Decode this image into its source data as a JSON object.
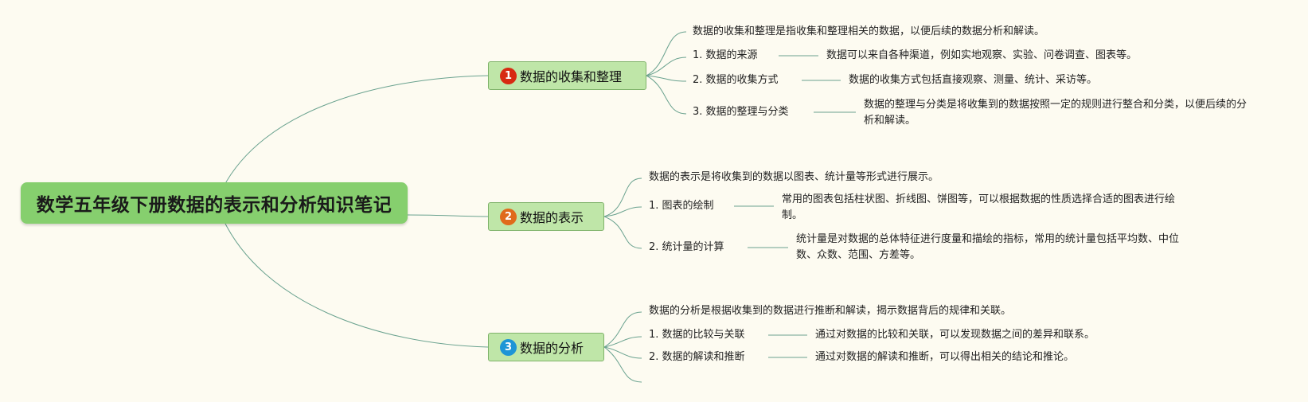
{
  "root": {
    "title": "数学五年级下册数据的表示和分析知识笔记"
  },
  "colors": {
    "background": "#fdfbf1",
    "root_fill": "#86cf6e",
    "branch_fill": "#bfe6a8",
    "branch_border": "#7fb36a",
    "line": "#6aa28f",
    "badge_1": "#d72a12",
    "badge_2": "#e06a1b",
    "badge_3": "#1e95d6"
  },
  "branches": [
    {
      "number": "1",
      "title": "数据的收集和整理",
      "summary": "数据的收集和整理是指收集和整理相关的数据，以便后续的数据分析和解读。",
      "items": [
        {
          "label": "1. 数据的来源",
          "detail": "数据可以来自各种渠道，例如实地观察、实验、问卷调查、图表等。"
        },
        {
          "label": "2. 数据的收集方式",
          "detail": "数据的收集方式包括直接观察、测量、统计、采访等。"
        },
        {
          "label": "3. 数据的整理与分类",
          "detail": "数据的整理与分类是将收集到的数据按照一定的规则进行整合和分类，以便后续的分析和解读。"
        }
      ]
    },
    {
      "number": "2",
      "title": "数据的表示",
      "summary": "数据的表示是将收集到的数据以图表、统计量等形式进行展示。",
      "items": [
        {
          "label": "1. 图表的绘制",
          "detail": "常用的图表包括柱状图、折线图、饼图等，可以根据数据的性质选择合适的图表进行绘制。"
        },
        {
          "label": "2. 统计量的计算",
          "detail": "统计量是对数据的总体特征进行度量和描绘的指标，常用的统计量包括平均数、中位数、众数、范围、方差等。"
        }
      ]
    },
    {
      "number": "3",
      "title": "数据的分析",
      "summary": "数据的分析是根据收集到的数据进行推断和解读，揭示数据背后的规律和关联。",
      "items": [
        {
          "label": "1. 数据的比较与关联",
          "detail": "通过对数据的比较和关联，可以发现数据之间的差异和联系。"
        },
        {
          "label": "2. 数据的解读和推断",
          "detail": "通过对数据的解读和推断，可以得出相关的结论和推论。"
        }
      ]
    }
  ]
}
